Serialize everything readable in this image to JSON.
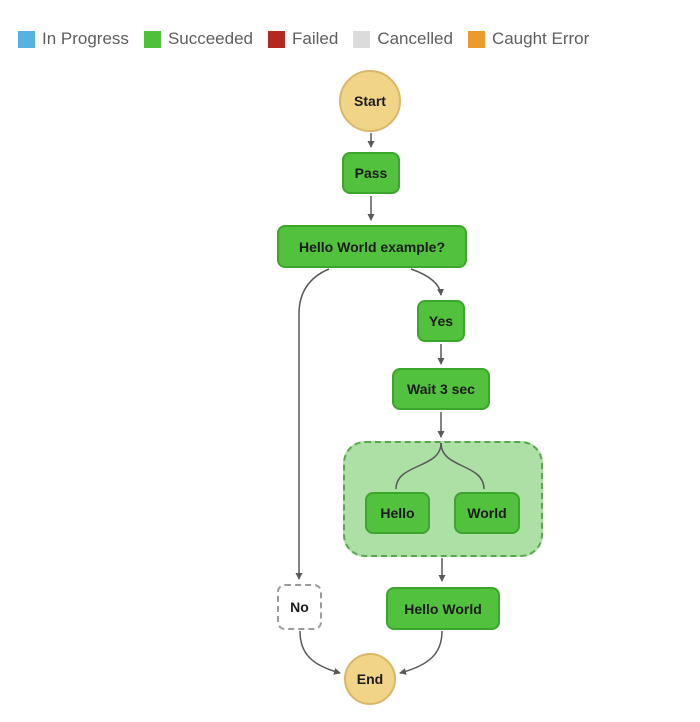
{
  "legend": {
    "items": [
      {
        "label": "In Progress",
        "color": "#56b3df"
      },
      {
        "label": "Succeeded",
        "color": "#4ec13b"
      },
      {
        "label": "Failed",
        "color": "#b5281f"
      },
      {
        "label": "Cancelled",
        "color": "#dbdbdb"
      },
      {
        "label": "Caught Error",
        "color": "#ec9a2c"
      }
    ]
  },
  "diagram": {
    "type": "state-machine-execution-graph",
    "nodes": {
      "start": {
        "label": "Start",
        "status": "terminal"
      },
      "pass": {
        "label": "Pass",
        "status": "succeeded"
      },
      "choice": {
        "label": "Hello World example?",
        "status": "succeeded"
      },
      "yes": {
        "label": "Yes",
        "status": "succeeded"
      },
      "no": {
        "label": "No",
        "status": "not-executed"
      },
      "wait": {
        "label": "Wait 3 sec",
        "status": "succeeded"
      },
      "parallel": {
        "label": "",
        "status": "succeeded"
      },
      "hello": {
        "label": "Hello",
        "status": "succeeded"
      },
      "world": {
        "label": "World",
        "status": "succeeded"
      },
      "hello_world": {
        "label": "Hello World",
        "status": "succeeded"
      },
      "end": {
        "label": "End",
        "status": "terminal"
      }
    },
    "edges": [
      {
        "from": "start",
        "to": "pass"
      },
      {
        "from": "pass",
        "to": "choice"
      },
      {
        "from": "choice",
        "to": "no"
      },
      {
        "from": "choice",
        "to": "yes"
      },
      {
        "from": "yes",
        "to": "wait"
      },
      {
        "from": "wait",
        "to": "parallel"
      },
      {
        "from": "parallel",
        "to": "hello"
      },
      {
        "from": "parallel",
        "to": "world"
      },
      {
        "from": "parallel",
        "to": "hello_world"
      },
      {
        "from": "no",
        "to": "end"
      },
      {
        "from": "hello_world",
        "to": "end"
      }
    ],
    "colors": {
      "succeeded_fill": "#52c13e",
      "succeeded_border": "#3ca52c",
      "parallel_fill": "#ace0a5",
      "parallel_border": "#58a74c",
      "terminal_fill": "#f2d488",
      "terminal_border": "#d9b668",
      "edge": "#595959"
    }
  }
}
